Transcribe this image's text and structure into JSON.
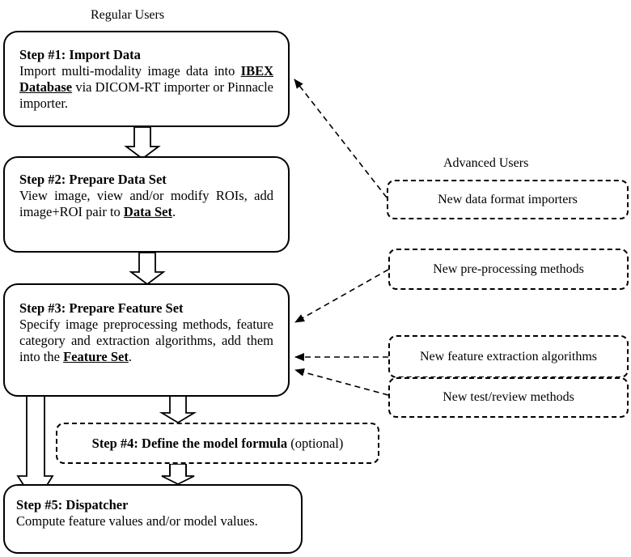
{
  "labels": {
    "regular_users": "Regular Users",
    "advanced_users": "Advanced Users"
  },
  "steps": [
    {
      "title": "Step #1: Import Data",
      "text_1": "Import multi-modality image data into",
      "link": "IBEX Database",
      "text_2": "via DICOM-RT importer or Pinnacle importer."
    },
    {
      "title": "Step #2: Prepare Data Set",
      "text_1": "View image, view and/or modify ROIs, add image+ROI pair to",
      "link": "Data Set",
      "text_2": "."
    },
    {
      "title": "Step #3: Prepare Feature Set",
      "text_1": "Specify image preprocessing methods, feature category and extraction algorithms, add them into the",
      "link": "Feature Set",
      "text_2": "."
    },
    {
      "title": "Step #4: Define the model formula",
      "suffix": "(optional)"
    },
    {
      "title": "Step #5: Dispatcher",
      "text_1": "Compute feature values and/or model values."
    }
  ],
  "advanced": [
    "New data format importers",
    "New pre-processing methods",
    "New feature extraction algorithms",
    "New test/review methods"
  ]
}
